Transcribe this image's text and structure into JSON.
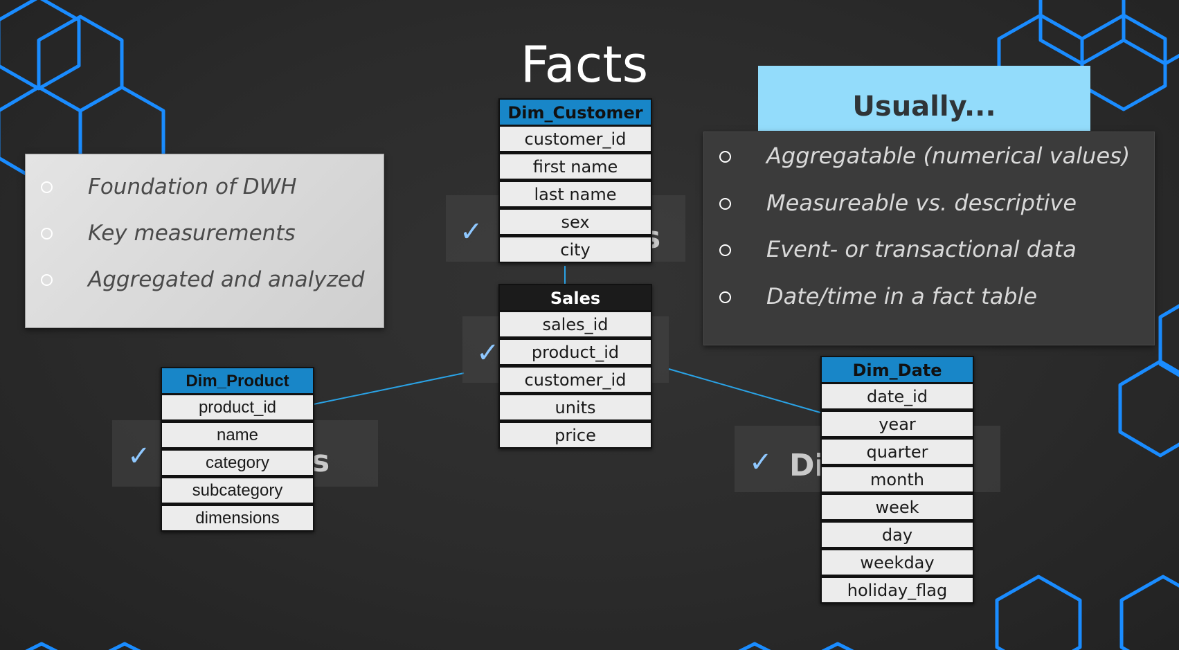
{
  "title": "Facts",
  "left_card": {
    "items": [
      "Foundation of DWH",
      "Key measurements",
      "Aggregated and analyzed"
    ]
  },
  "usually": {
    "heading": "Usually...",
    "items": [
      "Aggregatable (numerical values)",
      "Measureable vs. descriptive",
      "Event- or transactional data",
      "Date/time in a fact table"
    ]
  },
  "ghost_labels": {
    "top_suffix": "s",
    "product_suffix": "s",
    "date_prefix": "Di"
  },
  "tables": {
    "dim_customer": {
      "name": "Dim_Customer",
      "columns": [
        "customer_id",
        "first name",
        "last name",
        "sex",
        "city"
      ]
    },
    "sales": {
      "name": "Sales",
      "columns": [
        "sales_id",
        "product_id",
        "customer_id",
        "units",
        "price"
      ]
    },
    "dim_product": {
      "name": "Dim_Product",
      "columns": [
        "product_id",
        "name",
        "category",
        "subcategory",
        "dimensions"
      ]
    },
    "dim_date": {
      "name": "Dim_Date",
      "columns": [
        "date_id",
        "year",
        "quarter",
        "month",
        "week",
        "day",
        "weekday",
        "holiday_flag"
      ]
    }
  },
  "colors": {
    "background": "#2b2b2b",
    "hexagon": "#1a8cff",
    "dimension_header": "#1886c8",
    "fact_header": "#1b1b1b",
    "usually_header": "#93dcfb",
    "connector": "#2aa3e6",
    "check": "#8fc8ff"
  }
}
